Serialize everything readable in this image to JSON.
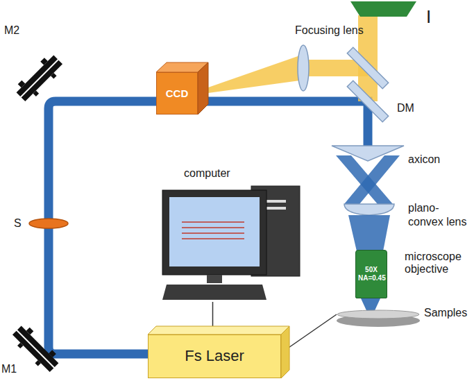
{
  "diagram": {
    "nodes": [
      {
        "text": [
          "CCD"
        ]
      },
      {
        "text": [
          "computer"
        ]
      },
      {
        "text": [
          "50X NA=0.45",
          "microscope objective"
        ]
      },
      {
        "text": [
          "Samples"
        ]
      },
      {
        "text": [
          "Fs Laser"
        ]
      }
    ],
    "edges": [
      {
        "from": 1,
        "to": 4,
        "arrow": "none"
      },
      {
        "from": 4,
        "to": 3,
        "arrow": "none"
      }
    ],
    "labels": [
      "Focusing lens",
      "I",
      "DM",
      "axicon",
      "plano- convex lens",
      "M2",
      "S",
      "M1"
    ]
  }
}
